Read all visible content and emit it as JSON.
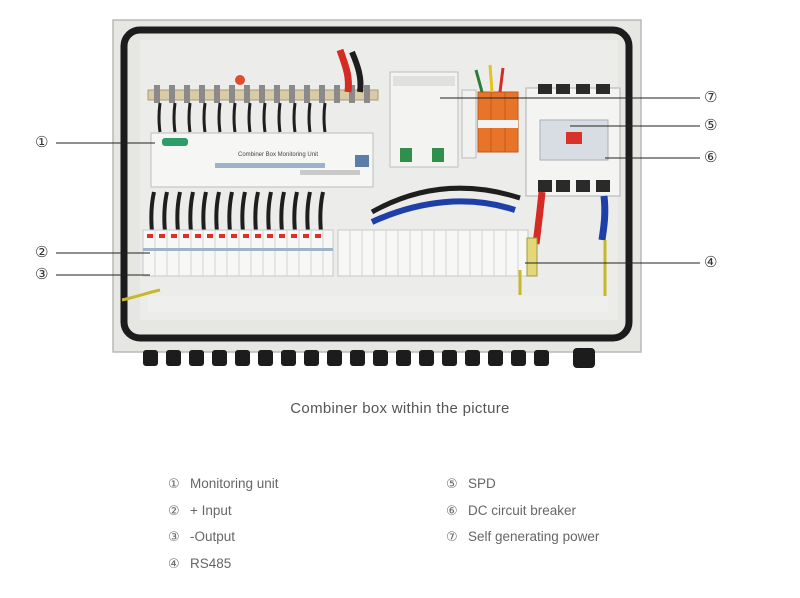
{
  "callouts": [
    {
      "num": "①",
      "side": "left"
    },
    {
      "num": "②",
      "side": "left"
    },
    {
      "num": "③",
      "side": "left"
    },
    {
      "num": "④",
      "side": "right"
    },
    {
      "num": "⑤",
      "side": "right"
    },
    {
      "num": "⑥",
      "side": "right"
    },
    {
      "num": "⑦",
      "side": "right"
    }
  ],
  "device_labels": {
    "monitor_title": "Combiner Box Monitoring Unit"
  },
  "caption": "Combiner box within the picture",
  "legend": {
    "left": [
      {
        "num": "①",
        "label": "Monitoring unit"
      },
      {
        "num": "②",
        "label": "+ Input"
      },
      {
        "num": "③",
        "label": "-Output"
      },
      {
        "num": "④",
        "label": "RS485"
      }
    ],
    "right": [
      {
        "num": "⑤",
        "label": "SPD"
      },
      {
        "num": "⑥",
        "label": "DC circuit breaker"
      },
      {
        "num": "⑦",
        "label": "Self generating power"
      }
    ]
  },
  "colors": {
    "enclosure": "#e6e6e3",
    "gasket": "#1c1c1c",
    "spd_orange": "#e8742a",
    "breaker_red": "#d9322b",
    "text": "#555555"
  }
}
